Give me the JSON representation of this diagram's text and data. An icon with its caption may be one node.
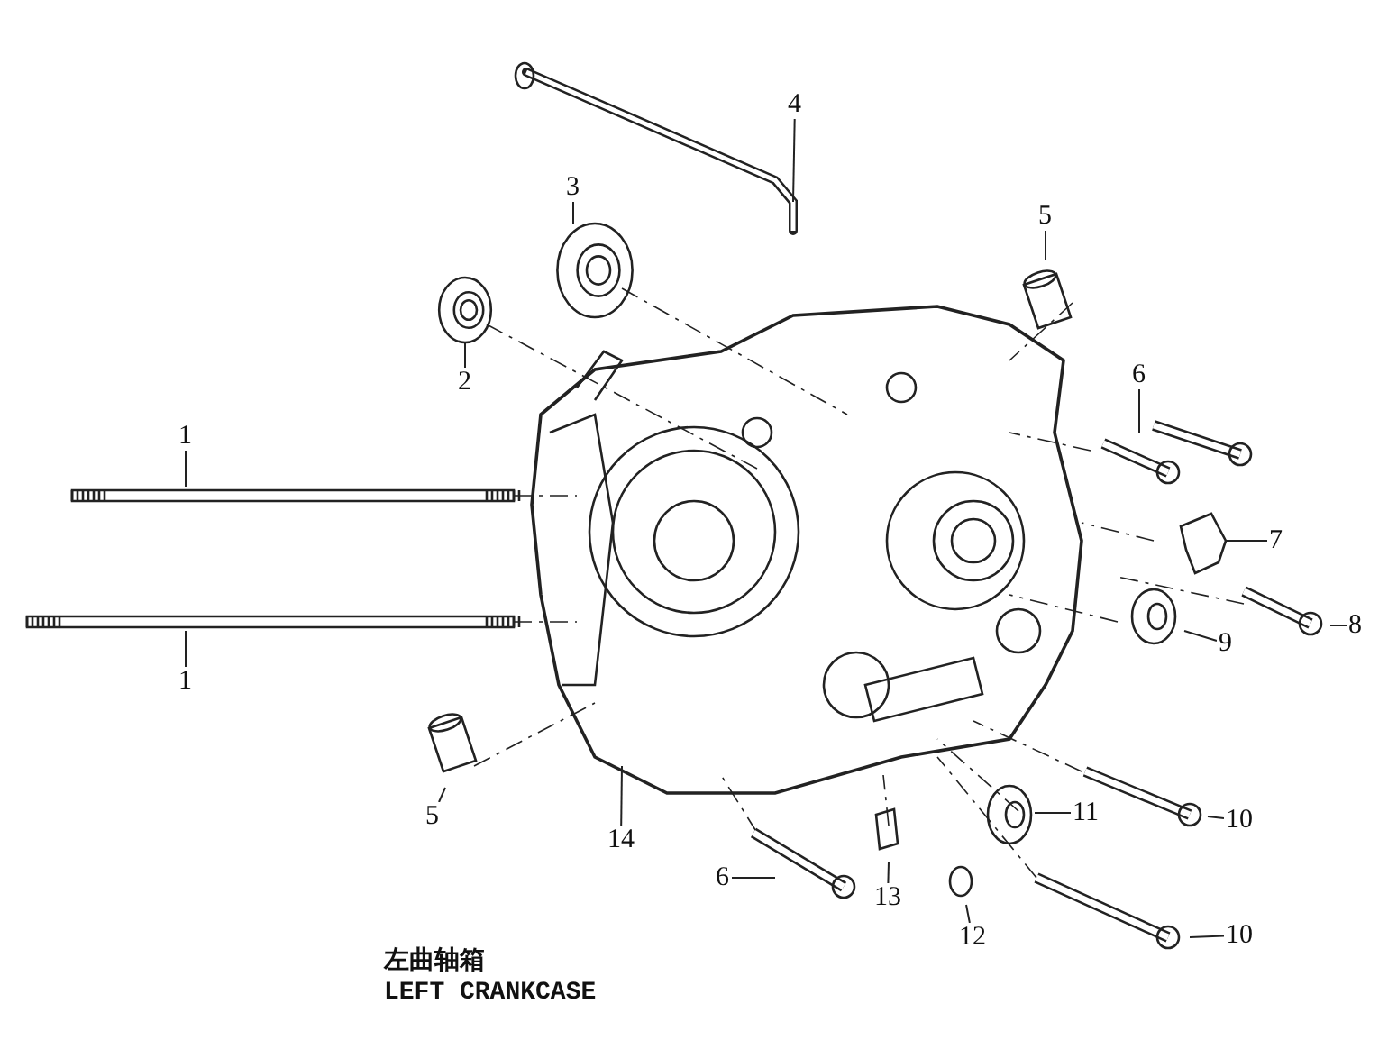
{
  "diagram": {
    "title": "左曲轴箱",
    "caption": "LEFT CRANKCASE",
    "nodes": [
      {
        "text": [
          "4"
        ]
      },
      {
        "text": [
          "3"
        ]
      },
      {
        "text": [
          "5"
        ]
      },
      {
        "text": [
          "2"
        ]
      },
      {
        "text": [
          "6"
        ]
      },
      {
        "text": [
          "1"
        ]
      },
      {
        "text": [
          "7"
        ]
      },
      {
        "text": [
          "1"
        ]
      },
      {
        "text": [
          "9"
        ]
      },
      {
        "text": [
          "8"
        ]
      },
      {
        "text": [
          "5"
        ]
      },
      {
        "text": [
          "14"
        ]
      },
      {
        "text": [
          "11"
        ]
      },
      {
        "text": [
          "10"
        ]
      },
      {
        "text": [
          "6"
        ]
      },
      {
        "text": [
          "13"
        ]
      },
      {
        "text": [
          "12"
        ]
      },
      {
        "text": [
          "10"
        ]
      }
    ],
    "edges": [
      {
        "from": 0,
        "to": null,
        "arrow": "none"
      },
      {
        "from": 1,
        "to": null,
        "arrow": "none"
      },
      {
        "from": 2,
        "to": null,
        "arrow": "none"
      },
      {
        "from": 3,
        "to": null,
        "arrow": "none"
      },
      {
        "from": 4,
        "to": null,
        "arrow": "none"
      },
      {
        "from": 5,
        "to": null,
        "arrow": "none"
      },
      {
        "from": 6,
        "to": null,
        "arrow": "none"
      },
      {
        "from": 7,
        "to": null,
        "arrow": "none"
      },
      {
        "from": 8,
        "to": null,
        "arrow": "none"
      },
      {
        "from": 9,
        "to": null,
        "arrow": "none"
      },
      {
        "from": 10,
        "to": null,
        "arrow": "none"
      },
      {
        "from": 11,
        "to": null,
        "arrow": "none"
      },
      {
        "from": 12,
        "to": null,
        "arrow": "none"
      },
      {
        "from": 13,
        "to": null,
        "arrow": "none"
      },
      {
        "from": 14,
        "to": null,
        "arrow": "none"
      },
      {
        "from": 15,
        "to": null,
        "arrow": "none"
      },
      {
        "from": 16,
        "to": null,
        "arrow": "none"
      },
      {
        "from": 17,
        "to": null,
        "arrow": "none"
      }
    ]
  }
}
